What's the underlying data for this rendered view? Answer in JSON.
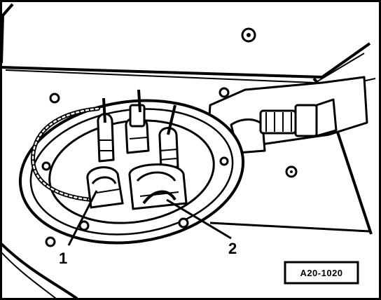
{
  "diagram": {
    "callouts": [
      {
        "label": "1"
      },
      {
        "label": "2"
      }
    ],
    "reference_code": "A20-1020",
    "colors": {
      "ink": "#000000",
      "paper": "#ffffff"
    }
  }
}
